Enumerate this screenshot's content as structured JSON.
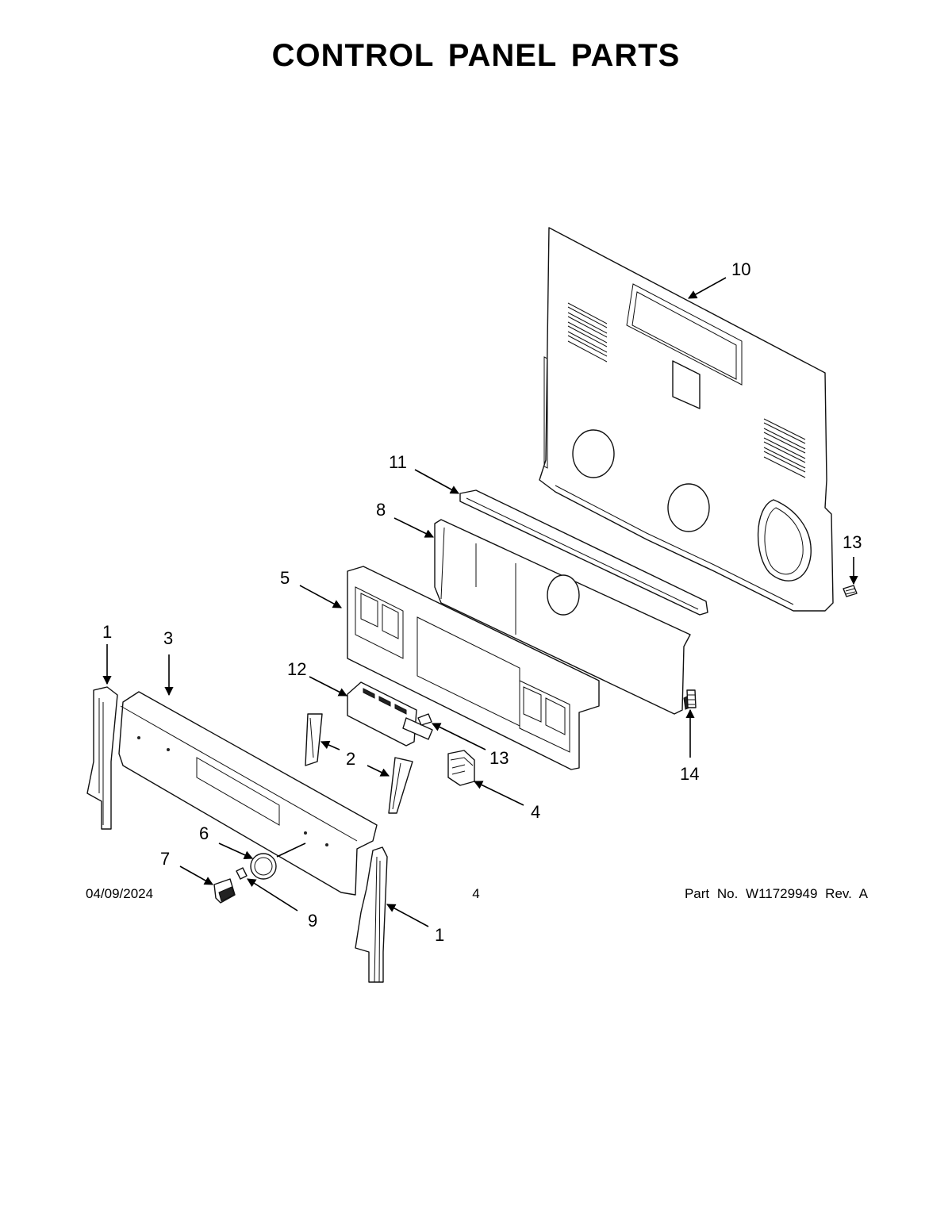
{
  "title": "CONTROL PANEL PARTS",
  "callouts": {
    "c1_left": "1",
    "c3": "3",
    "c10": "10",
    "c11": "11",
    "c8": "8",
    "c5": "5",
    "c12": "12",
    "c2": "2",
    "c13_mid": "13",
    "c13_right": "13",
    "c4": "4",
    "c14": "14",
    "c6": "6",
    "c7": "7",
    "c9": "9",
    "c1_right": "1"
  },
  "footer": {
    "date": "04/09/2024",
    "page": "4",
    "part_no": "Part No.  W11729949  Rev.  A"
  }
}
